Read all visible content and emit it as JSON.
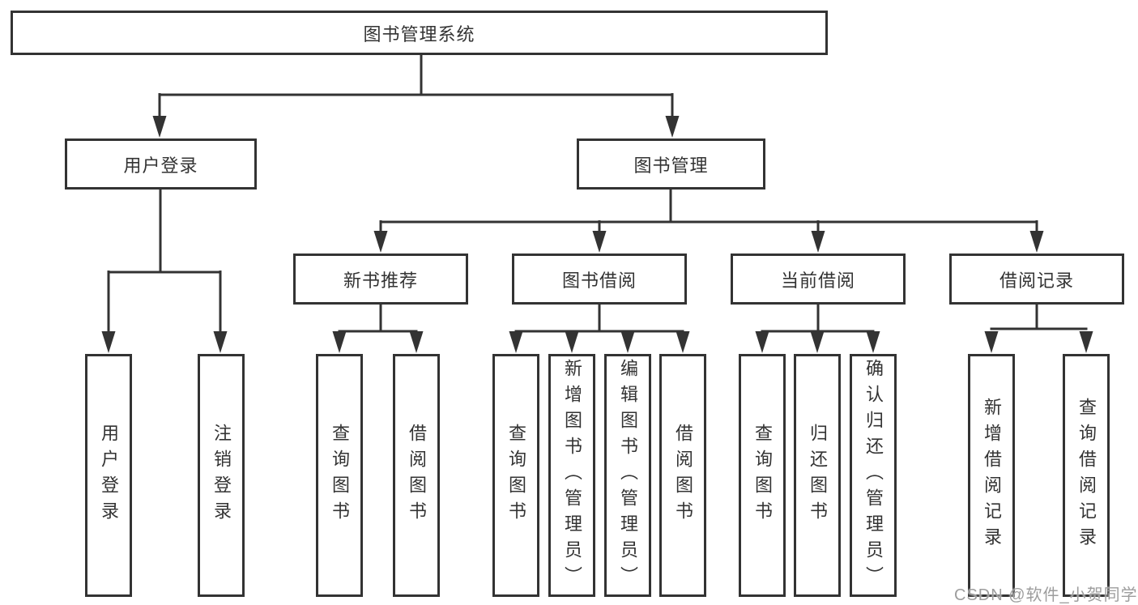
{
  "diagram": {
    "kind": "hierarchy-diagram",
    "watermark": "CSDN @软件_小贺同学",
    "colors": {
      "line": "#333333",
      "text": "#333333",
      "box_background": "#ffffff",
      "page_background": "#ffffff",
      "watermark": "#9d9d9d"
    },
    "tree": {
      "label": "图书管理系统",
      "children": [
        {
          "label": "用户登录",
          "children": [
            {
              "label": "用户登录"
            },
            {
              "label": "注销登录"
            }
          ]
        },
        {
          "label": "图书管理",
          "children": [
            {
              "label": "新书推荐",
              "children": [
                {
                  "label": "查询图书"
                },
                {
                  "label": "借阅图书"
                }
              ]
            },
            {
              "label": "图书借阅",
              "children": [
                {
                  "label": "查询图书"
                },
                {
                  "label": "新增图书（管理员）"
                },
                {
                  "label": "编辑图书（管理员）"
                },
                {
                  "label": "借阅图书"
                }
              ]
            },
            {
              "label": "当前借阅",
              "children": [
                {
                  "label": "查询图书"
                },
                {
                  "label": "归还图书"
                },
                {
                  "label": "确认归还（管理员）"
                }
              ]
            },
            {
              "label": "借阅记录",
              "children": [
                {
                  "label": "新增借阅记录"
                },
                {
                  "label": "查询借阅记录"
                }
              ]
            }
          ]
        }
      ]
    }
  }
}
